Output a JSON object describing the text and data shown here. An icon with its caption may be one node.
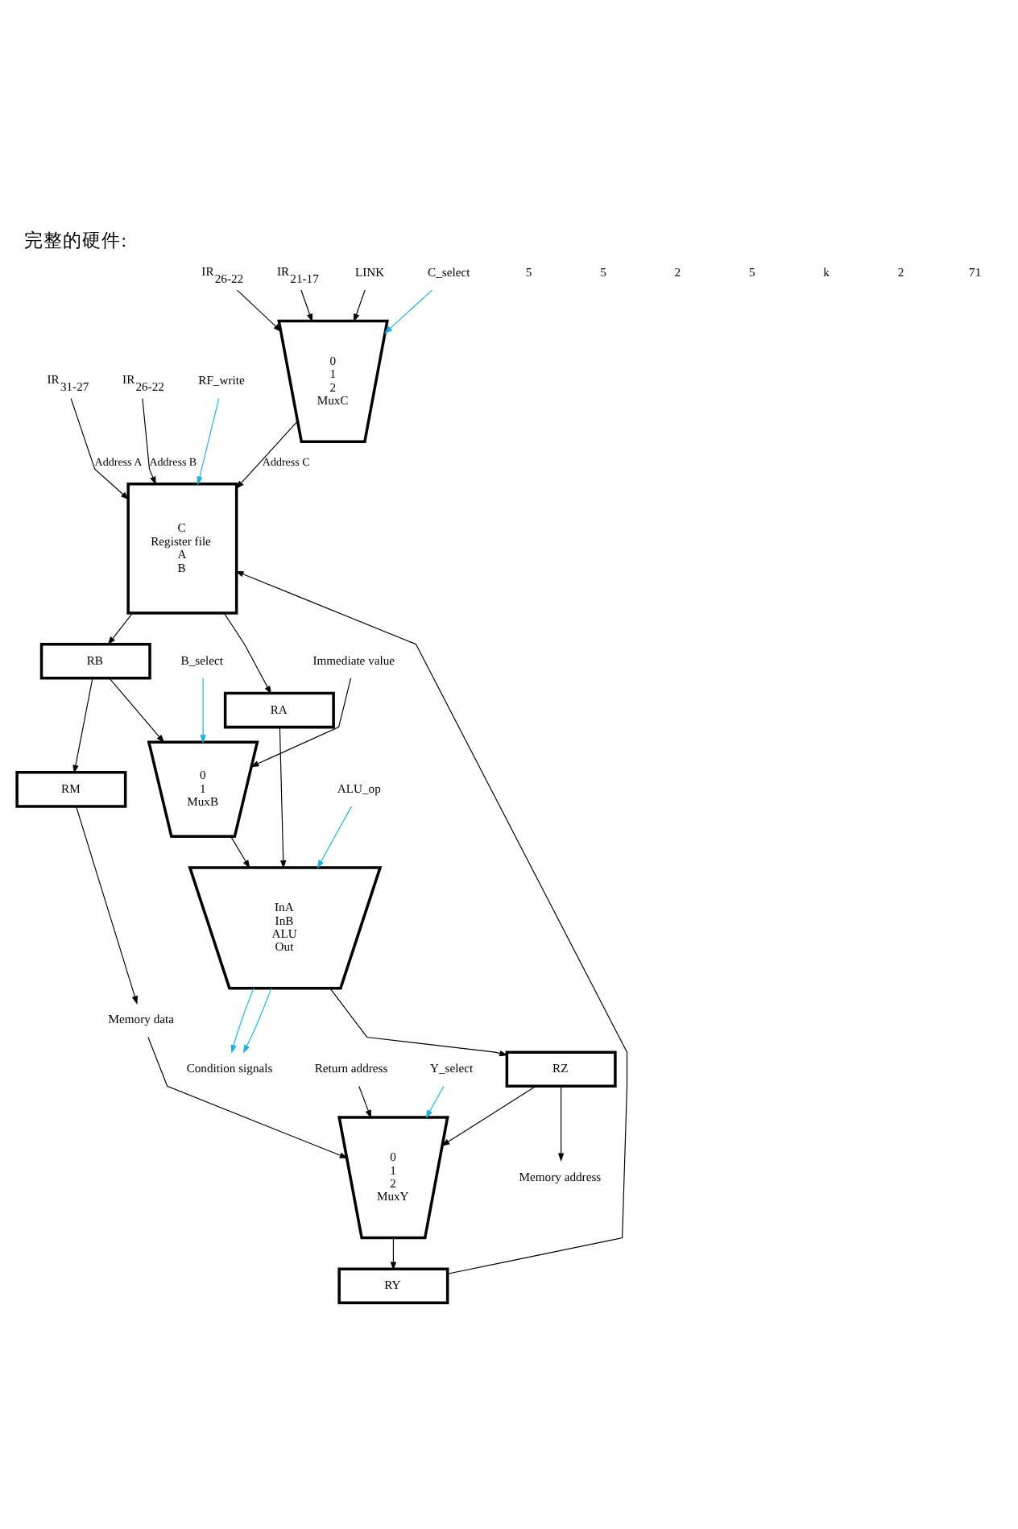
{
  "diagram": {
    "title": "完整的硬件:",
    "nodes": [
      {
        "text": [
          "C",
          "Register file",
          "A",
          "B"
        ]
      },
      {
        "text": [
          "IR$_{31-27}$"
        ]
      },
      {
        "text": [
          "IR$_{26-22}$"
        ]
      },
      {
        "text": [
          "RF_write"
        ]
      },
      {
        "text": [
          "IR$_{26-22}$"
        ]
      },
      {
        "text": [
          "IR$_{21-17}$"
        ]
      },
      {
        "text": [
          "LINK"
        ]
      },
      {
        "text": [
          "0",
          "1",
          "2",
          "MuxC"
        ]
      },
      {
        "text": [
          "C_select"
        ]
      },
      {
        "text": [
          "RA"
        ]
      },
      {
        "text": [
          "RB"
        ]
      },
      {
        "text": [
          "B_select"
        ]
      },
      {
        "text": [
          "Immediate value"
        ]
      },
      {
        "text": [
          "0",
          "1",
          "MuxB"
        ]
      },
      {
        "text": [
          "InA",
          "InB",
          "ALU",
          "Out"
        ]
      },
      {
        "text": [
          "ALU_op"
        ]
      },
      {
        "text": [
          "Condition signals"
        ]
      },
      {
        "text": [
          "RZ"
        ]
      },
      {
        "text": [
          "RM"
        ]
      },
      {
        "text": [
          "Memory address"
        ]
      },
      {
        "text": [
          "Memory data"
        ]
      },
      {
        "text": [
          "Return address"
        ]
      },
      {
        "text": [
          "Y_select"
        ]
      },
      {
        "text": [
          "0",
          "1",
          "2",
          "MuxY"
        ]
      },
      {
        "text": [
          "RY"
        ]
      }
    ],
    "edges": [
      {
        "from": 24,
        "to": 0,
        "arrow": "to"
      },
      {
        "from": 1,
        "to": 0,
        "arrow": "to",
        "label": "Address A"
      },
      {
        "from": 2,
        "to": 0,
        "arrow": "to",
        "label": "Address B"
      },
      {
        "from": 3,
        "to": 0,
        "arrow": "to",
        "color": "#1ab0e8"
      },
      {
        "from": 4,
        "to": 7,
        "arrow": "to"
      },
      {
        "from": 5,
        "to": 7,
        "arrow": "to"
      },
      {
        "from": 6,
        "to": 7,
        "arrow": "to"
      },
      {
        "from": 8,
        "to": 7,
        "arrow": "to",
        "color": "#1ab0e8"
      },
      {
        "from": 7,
        "to": 0,
        "arrow": "to",
        "label": "Address C"
      },
      {
        "from": 0,
        "to": 9,
        "arrow": "to"
      },
      {
        "from": 0,
        "to": 10,
        "arrow": "to"
      },
      {
        "from": 10,
        "to": 13,
        "arrow": "to"
      },
      {
        "from": 10,
        "to": 18,
        "arrow": "to"
      },
      {
        "from": 11,
        "to": 13,
        "arrow": "to",
        "color": "#1ab0e8"
      },
      {
        "from": 12,
        "to": 13,
        "arrow": "to"
      },
      {
        "from": 9,
        "to": 14,
        "arrow": "to"
      },
      {
        "from": 13,
        "to": 14,
        "arrow": "to"
      },
      {
        "from": 15,
        "to": 14,
        "arrow": "to",
        "color": "#1ab0e8"
      },
      {
        "from": 14,
        "to": 16,
        "arrow": "to",
        "color": "#1ab0e8"
      },
      {
        "from": 14,
        "to": 16,
        "arrow": "to",
        "color": "#1ab0e8"
      },
      {
        "from": 14,
        "to": 17,
        "arrow": "to"
      },
      {
        "from": 17,
        "to": 19,
        "arrow": "to"
      },
      {
        "from": 17,
        "to": 23,
        "arrow": "to"
      },
      {
        "from": 18,
        "to": 20,
        "arrow": "to"
      },
      {
        "from": 20,
        "to": 23,
        "arrow": "to"
      },
      {
        "from": 21,
        "to": 23,
        "arrow": "to"
      },
      {
        "from": 22,
        "to": 23,
        "arrow": "to",
        "color": "#1ab0e8"
      },
      {
        "from": 23,
        "to": 24,
        "arrow": "to"
      }
    ],
    "labels": [
      "5",
      "5",
      "2",
      "5",
      "k",
      "2",
      "71"
    ]
  }
}
